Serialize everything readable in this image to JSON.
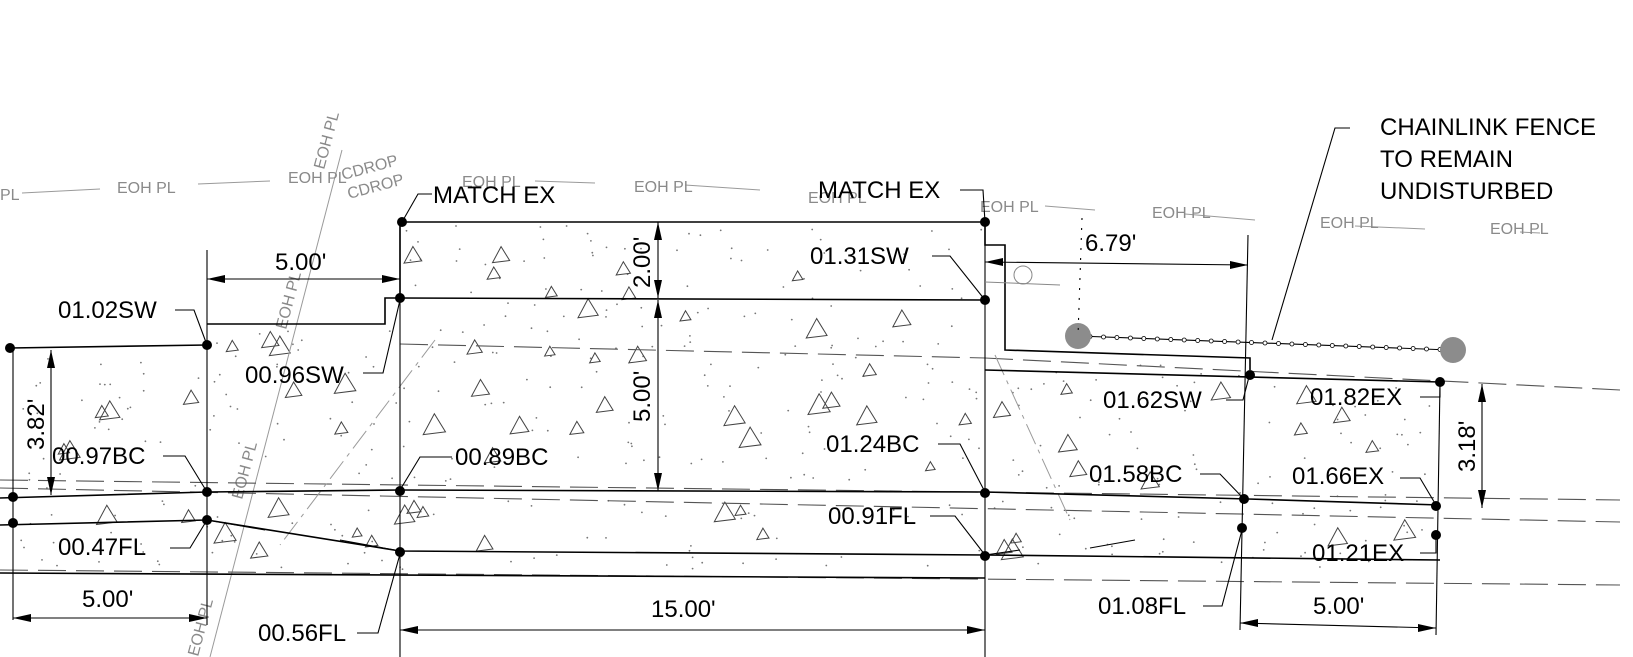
{
  "notes": {
    "chainlink_line1": "CHAINLINK FENCE",
    "chainlink_line2": "TO REMAIN",
    "chainlink_line3": "UNDISTURBED",
    "match_ex_left": "MATCH EX",
    "match_ex_right": "MATCH EX"
  },
  "utility": {
    "eoh_pl": "EOH PL",
    "pl_fragment": "PL",
    "cdrop": "CDROP"
  },
  "elevations": {
    "sw_0102": "01.02SW",
    "sw_0096": "00.96SW",
    "bc_0097": "00.97BC",
    "fl_0047": "00.47FL",
    "fl_0056": "00.56FL",
    "bc_0089": "00.89BC",
    "sw_0131": "01.31SW",
    "bc_0124": "01.24BC",
    "fl_0091": "00.91FL",
    "sw_0162": "01.62SW",
    "bc_0158": "01.58BC",
    "fl_0108": "01.08FL",
    "ex_0182": "01.82EX",
    "ex_0166": "01.66EX",
    "ex_0121": "01.21EX"
  },
  "dimensions": {
    "d_500_top_left": "5.00'",
    "d_382": "3.82'",
    "d_500_bottom_left": "5.00'",
    "d_200": "2.00'",
    "d_500_vertical": "5.00'",
    "d_1500": "15.00'",
    "d_679": "6.79'",
    "d_318": "3.18'",
    "d_500_bottom_right": "5.00'"
  },
  "colors": {
    "linework": "#000000",
    "utility_text": "#8a8a8a",
    "fence_post": "#8c8c8c"
  }
}
